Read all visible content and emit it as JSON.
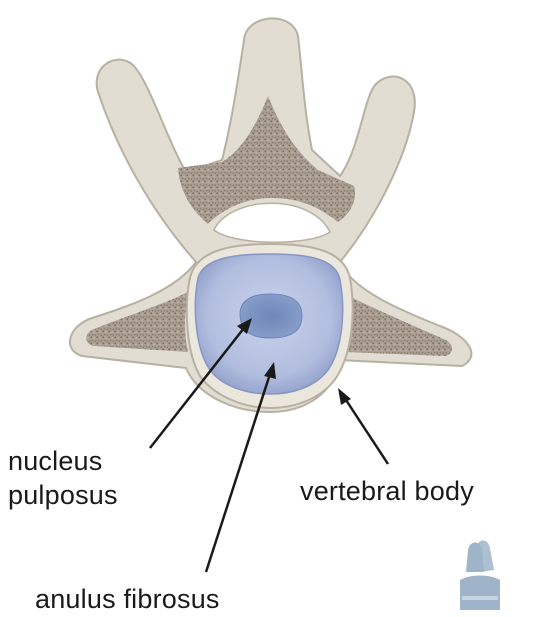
{
  "labels": {
    "nucleus_line1": "nucleus",
    "nucleus_line2": "pulposus",
    "vertebral_body": "vertebral body",
    "anulus_fibrosus": "anulus fibrosus"
  },
  "colors": {
    "bone": "#e2ddd2",
    "bone_outline": "#b8b1a2",
    "cancellous": "#a89d90",
    "anulus_fill": "#b4bfdf",
    "nucleus_fill": "#7e94c2",
    "arrow": "#1a1a1a",
    "logo": "#9fb4c9"
  }
}
